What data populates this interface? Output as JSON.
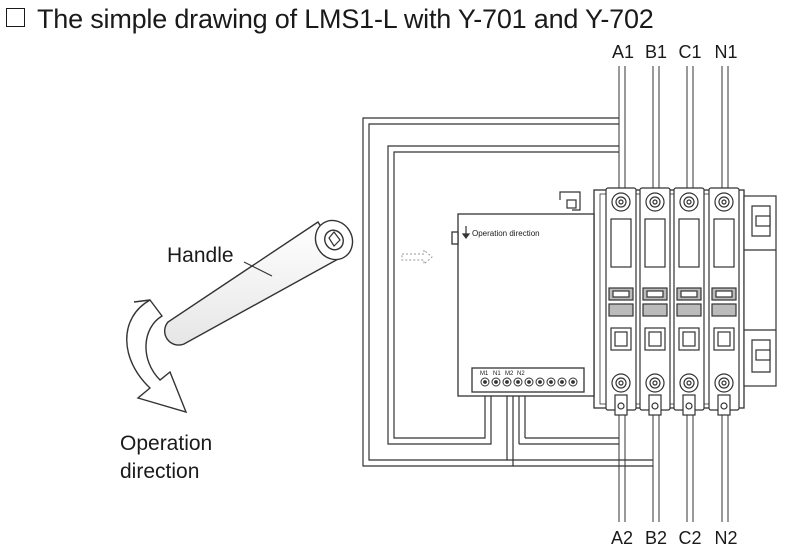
{
  "title": "The simple drawing of LMS1-L with Y-701 and Y-702",
  "top_terminals": [
    "A1",
    "B1",
    "C1",
    "N1"
  ],
  "bottom_terminals": [
    "A2",
    "B2",
    "C2",
    "N2"
  ],
  "handle_label": "Handle",
  "operation_label_line1": "Operation",
  "operation_label_line2": "direction",
  "unit_label": "Operation direction",
  "connector_labels": [
    "M1",
    "N1",
    "M2",
    "N2"
  ]
}
